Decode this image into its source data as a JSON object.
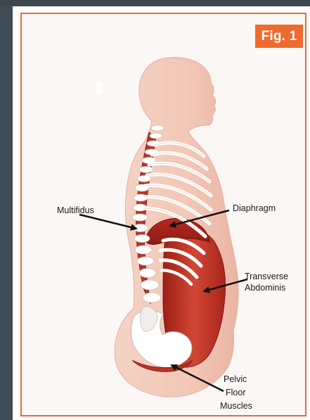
{
  "figure": {
    "badge": "Fig. 1",
    "accent_color": "#ee6a2e",
    "frame_color": "#e86a3a"
  },
  "labels": {
    "multifidus": "Multifidus",
    "diaphragm": "Diaphragm",
    "transverse_line1": "Transverse",
    "transverse_line2": "Abdominis",
    "pelvic_line1": "Pelvic",
    "pelvic_line2": "Floor",
    "pelvic_line3": "Muscles"
  },
  "colors": {
    "skin": "#f1c8b8",
    "muscle": "#c8372c",
    "bone": "#ffffff"
  }
}
